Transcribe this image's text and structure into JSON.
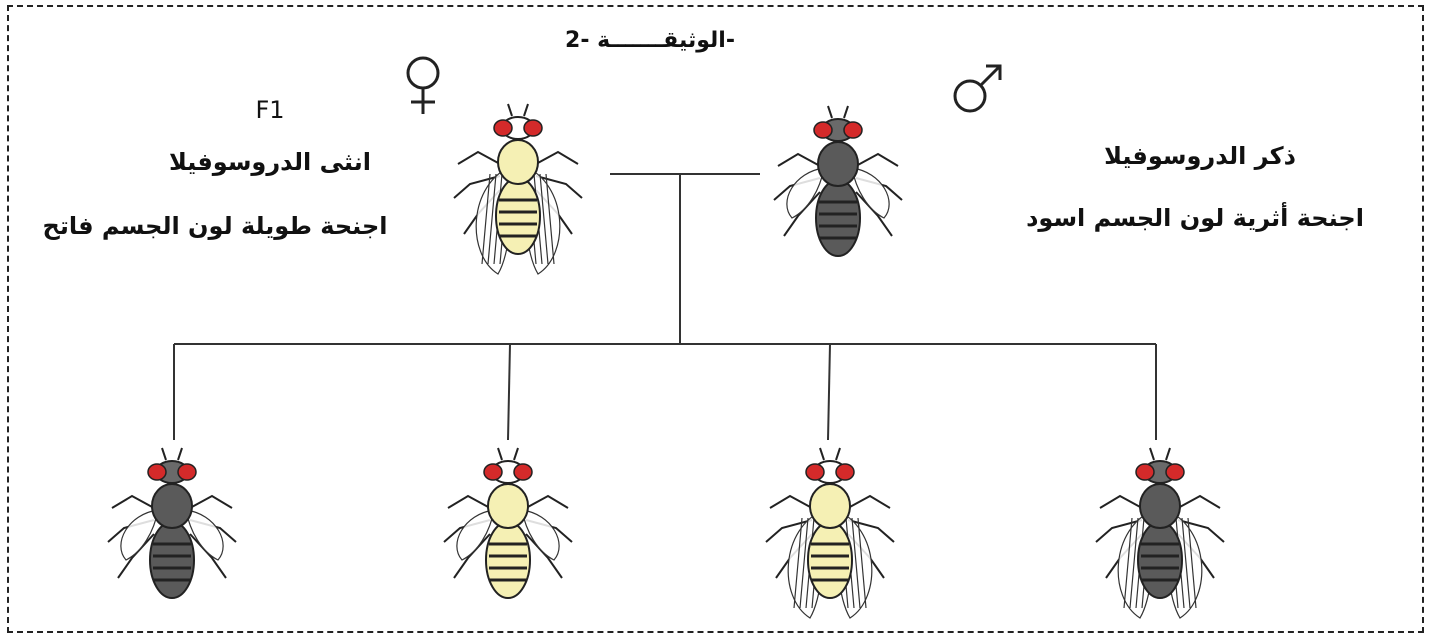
{
  "document": {
    "title": "الوثيقـــــــة -2-",
    "female_generation_label": "F1",
    "female_name": "انثى الدروسوفيلا",
    "female_traits": "اجنحة طويلة لون الجسم فاتح",
    "male_name": "ذكر الدروسوفيلا",
    "male_traits": "اجنحة أثرية  لون الجسم اسود",
    "female_symbol_icon": "venus-icon",
    "male_symbol_icon": "mars-icon"
  },
  "colors": {
    "eye_red": "#d42a2a",
    "light_body": "#f5f0b4",
    "dark_body": "#5a5a5a",
    "line": "#333333",
    "frame": "#222222"
  },
  "flies": {
    "female_parent": {
      "body": "light",
      "wings": "long"
    },
    "male_parent": {
      "body": "dark",
      "wings": "vestigial"
    },
    "offspring": [
      {
        "body": "dark",
        "wings": "vestigial"
      },
      {
        "body": "light",
        "wings": "vestigial"
      },
      {
        "body": "light",
        "wings": "long"
      },
      {
        "body": "dark",
        "wings": "long"
      }
    ]
  }
}
